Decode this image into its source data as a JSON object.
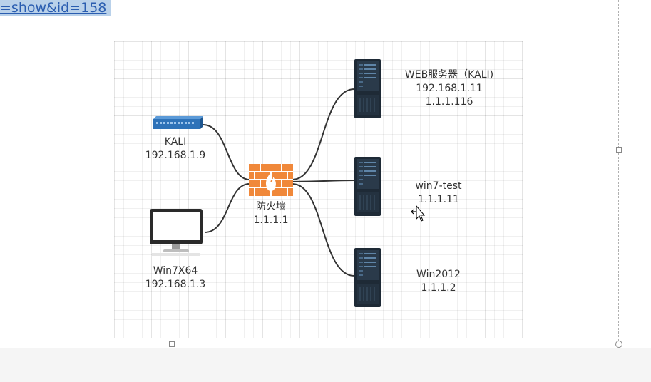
{
  "url_fragment": "=show&id=158",
  "nodes": {
    "kali": {
      "icon": "switch-icon",
      "name": "KALI",
      "ip": "192.168.1.9"
    },
    "win7x64": {
      "icon": "monitor-icon",
      "name": "Win7X64",
      "ip": "192.168.1.3"
    },
    "firewall": {
      "icon": "firewall-icon",
      "name": "防火墙",
      "ip": "1.1.1.1"
    },
    "web_server": {
      "icon": "server-icon",
      "name": "WEB服务器（KALI)",
      "ip1": "192.168.1.11",
      "ip2": "1.1.1.116"
    },
    "win7_test": {
      "icon": "server-icon",
      "name": "win7-test",
      "ip": "1.1.1.11"
    },
    "win2012": {
      "icon": "server-icon",
      "name": "Win2012",
      "ip": "1.1.1.2"
    }
  },
  "colors": {
    "link": "#333333",
    "firewall": "#f0883a",
    "server": "#1e2a36",
    "switch": "#2e72b8",
    "url_highlight": "#b9d1ea"
  }
}
